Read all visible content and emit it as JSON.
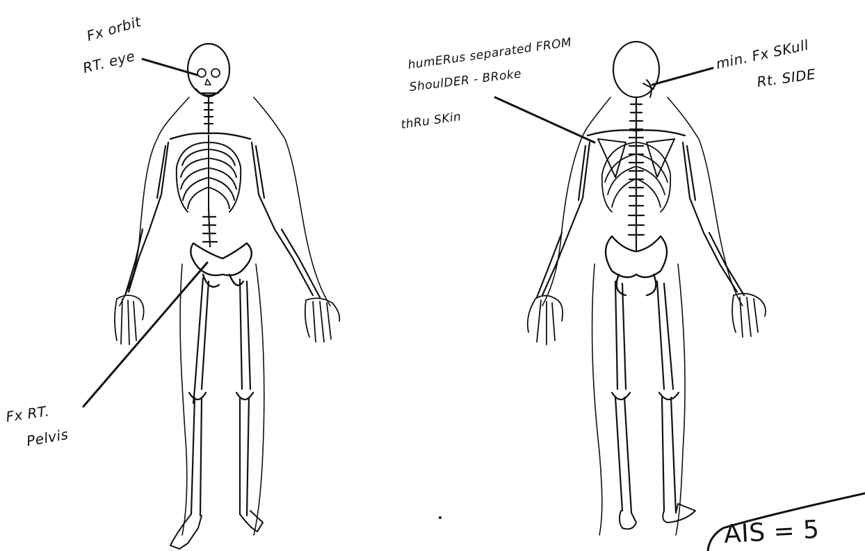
{
  "annotations": {
    "fx_orbit_line1": "Fx orbit",
    "fx_orbit_line2": "RT. eye",
    "humerus_line1": "humERus separated FROM",
    "humerus_line2": "ShoulDER - BRoke",
    "humerus_line3": "thRu SKin",
    "skull_line1": "min. Fx SKull",
    "skull_line2": "Rt. SIDE",
    "pelvis_line1": "Fx RT.",
    "pelvis_line2": "Pelvis",
    "ais_score": "AIS = 5"
  },
  "colors": {
    "ink": "#111111",
    "paper": "#ffffff"
  }
}
